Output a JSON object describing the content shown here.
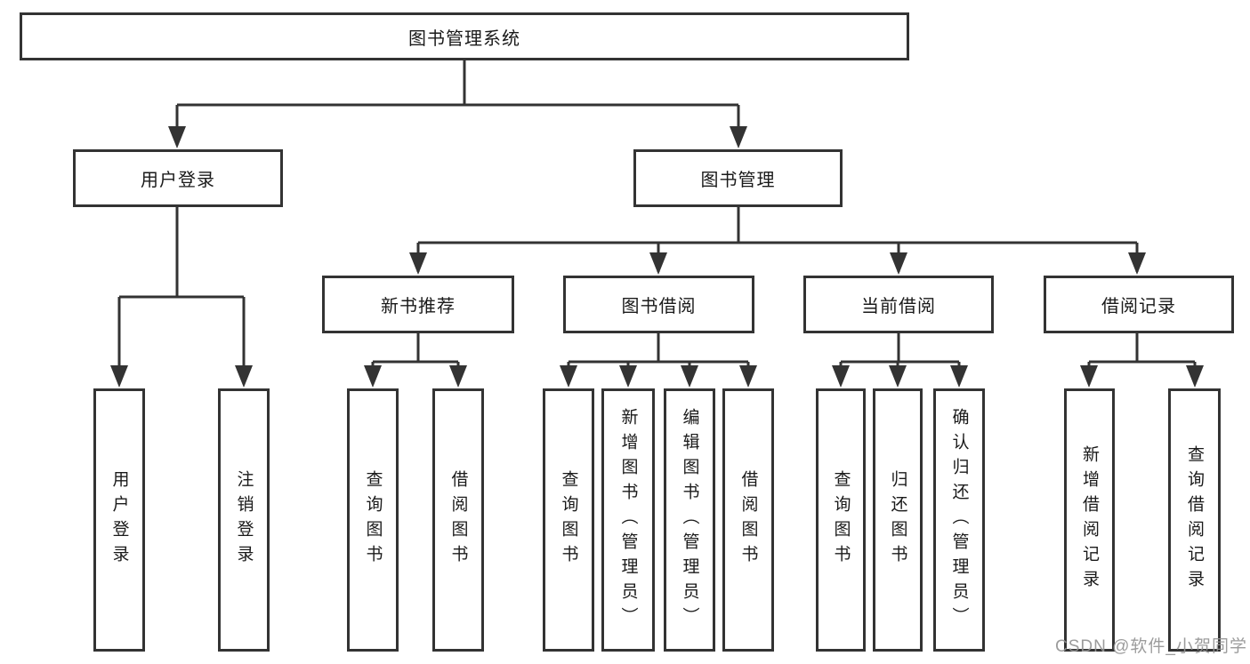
{
  "diagram": {
    "type": "hierarchy-tree",
    "root": {
      "label": "图书管理系统"
    },
    "level2": [
      {
        "label": "用户登录"
      },
      {
        "label": "图书管理"
      }
    ],
    "level3": [
      {
        "label": "新书推荐",
        "parent": "图书管理"
      },
      {
        "label": "图书借阅",
        "parent": "图书管理"
      },
      {
        "label": "当前借阅",
        "parent": "图书管理"
      },
      {
        "label": "借阅记录",
        "parent": "图书管理"
      }
    ],
    "leaves": [
      {
        "label": "用户登录",
        "parent": "用户登录"
      },
      {
        "label": "注销登录",
        "parent": "用户登录"
      },
      {
        "label": "查询图书",
        "parent": "新书推荐"
      },
      {
        "label": "借阅图书",
        "parent": "新书推荐"
      },
      {
        "label": "查询图书",
        "parent": "图书借阅"
      },
      {
        "label": "新增图书（管理员）",
        "parent": "图书借阅"
      },
      {
        "label": "编辑图书（管理员）",
        "parent": "图书借阅"
      },
      {
        "label": "借阅图书",
        "parent": "图书借阅"
      },
      {
        "label": "查询图书",
        "parent": "当前借阅"
      },
      {
        "label": "归还图书",
        "parent": "当前借阅"
      },
      {
        "label": "确认归还（管理员）",
        "parent": "当前借阅"
      },
      {
        "label": "新增借阅记录",
        "parent": "借阅记录"
      },
      {
        "label": "查询借阅记录",
        "parent": "借阅记录"
      }
    ],
    "structure": {
      "图书管理系统": [
        "用户登录",
        "图书管理"
      ],
      "用户登录": [
        "用户登录",
        "注销登录"
      ],
      "图书管理": [
        "新书推荐",
        "图书借阅",
        "当前借阅",
        "借阅记录"
      ],
      "新书推荐": [
        "查询图书",
        "借阅图书"
      ],
      "图书借阅": [
        "查询图书",
        "新增图书（管理员）",
        "编辑图书（管理员）",
        "借阅图书"
      ],
      "当前借阅": [
        "查询图书",
        "归还图书",
        "确认归还（管理员）"
      ],
      "借阅记录": [
        "新增借阅记录",
        "查询借阅记录"
      ]
    },
    "colors": {
      "line": "#333333",
      "box_border": "#333333",
      "box_fill": "#ffffff",
      "text": "#1a1a1a",
      "background": "#ffffff",
      "watermark": "#949494"
    }
  },
  "watermark": {
    "text": "CSDN @软件_小贺同学"
  }
}
